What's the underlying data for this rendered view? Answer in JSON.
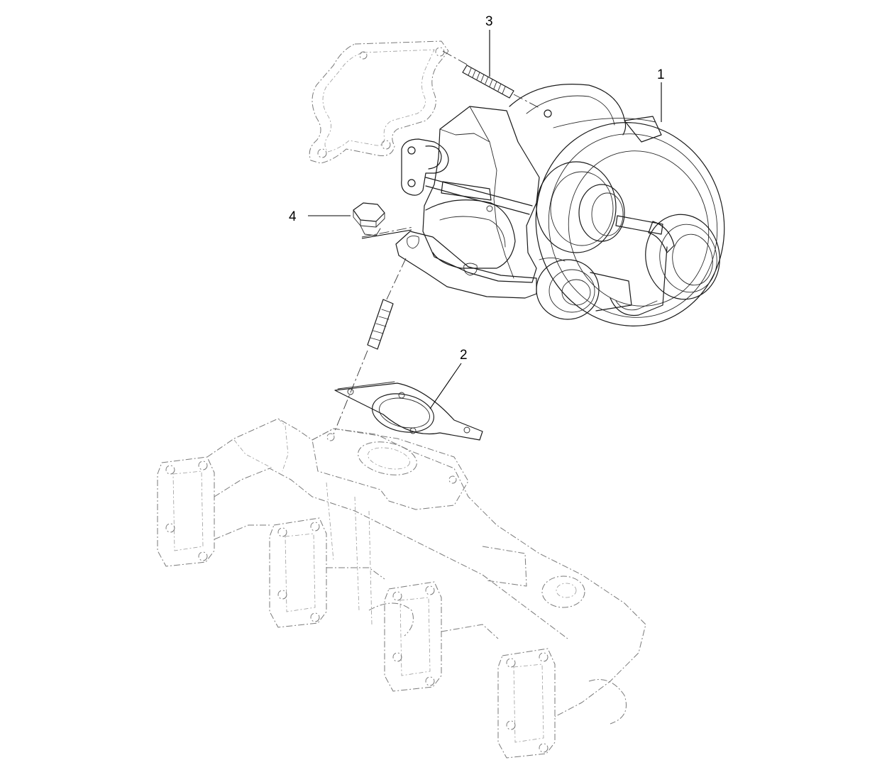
{
  "diagram": {
    "callouts": [
      {
        "id": "1",
        "label": "1",
        "part": "turbocharger"
      },
      {
        "id": "2",
        "label": "2",
        "part": "gasket"
      },
      {
        "id": "3",
        "label": "3",
        "part": "stud"
      },
      {
        "id": "4",
        "label": "4",
        "part": "nut"
      }
    ],
    "colors": {
      "line": "#1a1a1a",
      "ghost_line": "#7a7a7a",
      "background": "#ffffff"
    }
  }
}
